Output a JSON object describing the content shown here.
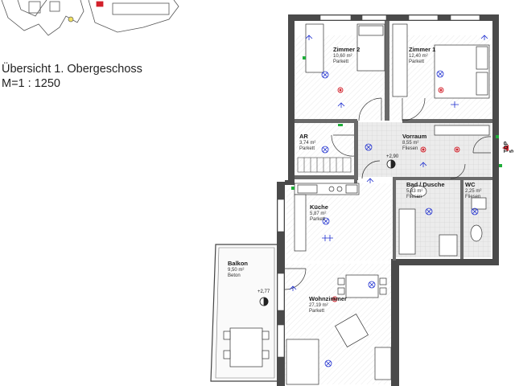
{
  "overview": {
    "title": "Übersicht 1. Obergeschoss",
    "scale": "M=1 : 1250"
  },
  "rooms": [
    {
      "id": "zimmer2",
      "name": "Zimmer 2",
      "area": "10,60 m²",
      "floor": "Parkett"
    },
    {
      "id": "zimmer1",
      "name": "Zimmer 1",
      "area": "12,40 m²",
      "floor": "Parkett"
    },
    {
      "id": "ar",
      "name": "AR",
      "area": "3,74 m²",
      "floor": "Parkett"
    },
    {
      "id": "vorraum",
      "name": "Vorraum",
      "area": "8,55 m²",
      "floor": "Fliesen"
    },
    {
      "id": "bad",
      "name": "Bad / Dusche",
      "area": "5,83 m²",
      "floor": "Fliesen"
    },
    {
      "id": "wc",
      "name": "WC",
      "area": "2,25 m²",
      "floor": "Fliesen"
    },
    {
      "id": "kueche",
      "name": "Küche",
      "area": "5,87 m²",
      "floor": "Parkett"
    },
    {
      "id": "balkon",
      "name": "Balkon",
      "area": "9,50 m²",
      "floor": "Beton"
    },
    {
      "id": "wohnzimmer",
      "name": "Wohnzimmer",
      "area": "27,19 m²",
      "floor": "Parkett"
    }
  ],
  "unit_label": "TOP 5",
  "heights": {
    "vorraum": "+2,90",
    "balkon": "+2,77"
  },
  "colors": {
    "wall": "#404040",
    "wall_light": "#8a8a8a",
    "hatch_floor": "#d9d9d9",
    "fixture_blue": "#1f2fd0",
    "fixture_red": "#d3202a",
    "green": "#1fae3a"
  }
}
